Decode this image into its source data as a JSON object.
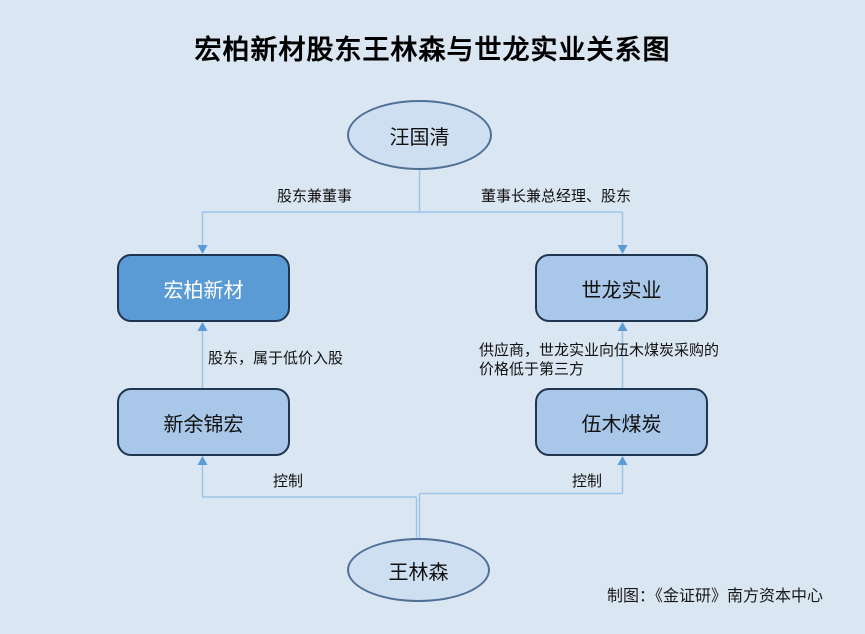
{
  "title": "宏柏新材股东王林森与世龙实业关系图",
  "nodes": {
    "wang_guoqing": "汪国清",
    "hongbo": "宏柏新材",
    "shilong": "世龙实业",
    "xinyu": "新余锦宏",
    "wumu": "伍木煤炭",
    "wang_linsen": "王林森"
  },
  "edge_labels": {
    "wang_guoqing_to_hongbo": "股东兼董事",
    "wang_guoqing_to_shilong": "董事长兼总经理、股东",
    "xinyu_to_hongbo": "股东，属于低价入股",
    "wumu_to_shilong_line1": "供应商，世龙实业向伍木煤炭采购的",
    "wumu_to_shilong_line2": "价格低于第三方",
    "control_left": "控制",
    "control_right": "控制"
  },
  "credit": "制图：《金证研》南方资本中心",
  "colors": {
    "bg": "#dbe6f3",
    "node_dark": "#5b9bd5",
    "node_light": "#a9c7e8",
    "node_border": "#1f3550",
    "ellipse_fill": "#cfdff2",
    "ellipse_border": "#4f7096",
    "line": "#9dc3e6",
    "arrow": "#5b9bd5",
    "text": "#111111"
  },
  "diagram": {
    "type": "relationship-flowchart",
    "edges": [
      {
        "from": "汪国清",
        "to": "宏柏新材",
        "label": "股东兼董事"
      },
      {
        "from": "汪国清",
        "to": "世龙实业",
        "label": "董事长兼总经理、股东"
      },
      {
        "from": "新余锦宏",
        "to": "宏柏新材",
        "label": "股东，属于低价入股"
      },
      {
        "from": "伍木煤炭",
        "to": "世龙实业",
        "label": "供应商，世龙实业向伍木煤炭采购的价格低于第三方"
      },
      {
        "from": "王林森",
        "to": "新余锦宏",
        "label": "控制"
      },
      {
        "from": "王林森",
        "to": "伍木煤炭",
        "label": "控制"
      }
    ]
  }
}
